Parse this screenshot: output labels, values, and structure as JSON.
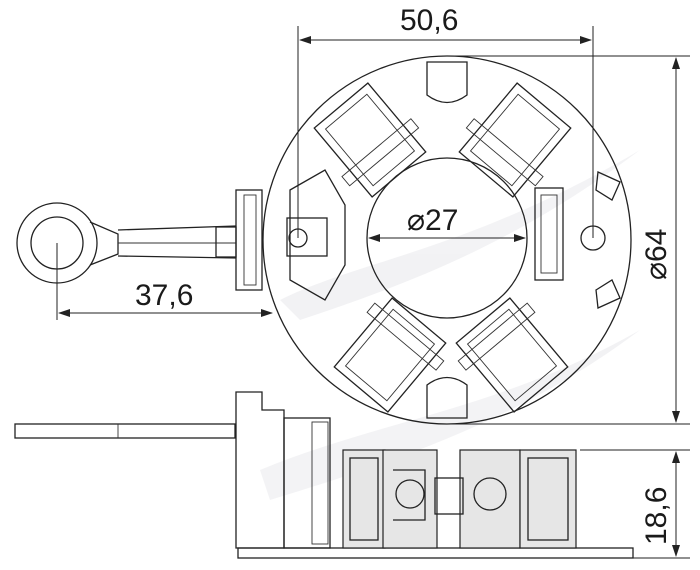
{
  "drawing": {
    "dimensions": {
      "width_top": "50,6",
      "inner_diameter": "⌀27",
      "outer_diameter": "⌀64",
      "wire_length": "37,6",
      "height_side": "18,6"
    },
    "colors": {
      "line": "#222222",
      "shade": "#e6e6e6",
      "watermark": "#e9e9ec"
    }
  }
}
